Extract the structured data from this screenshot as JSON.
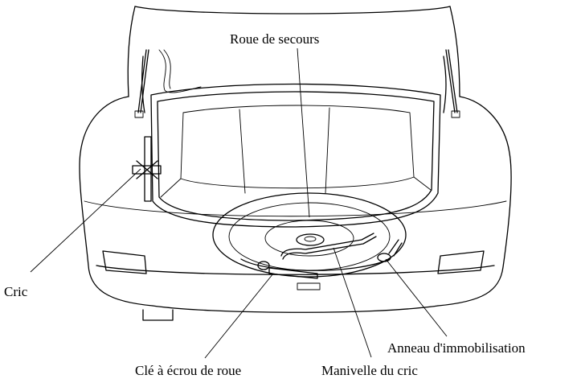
{
  "labels": {
    "spare_wheel": "Roue de secours",
    "jack": "Cric",
    "lug_wrench": "Clé à écrou de roue",
    "jack_handle": "Manivelle du cric",
    "tie_down_eye": "Anneau d'immobilisation"
  }
}
